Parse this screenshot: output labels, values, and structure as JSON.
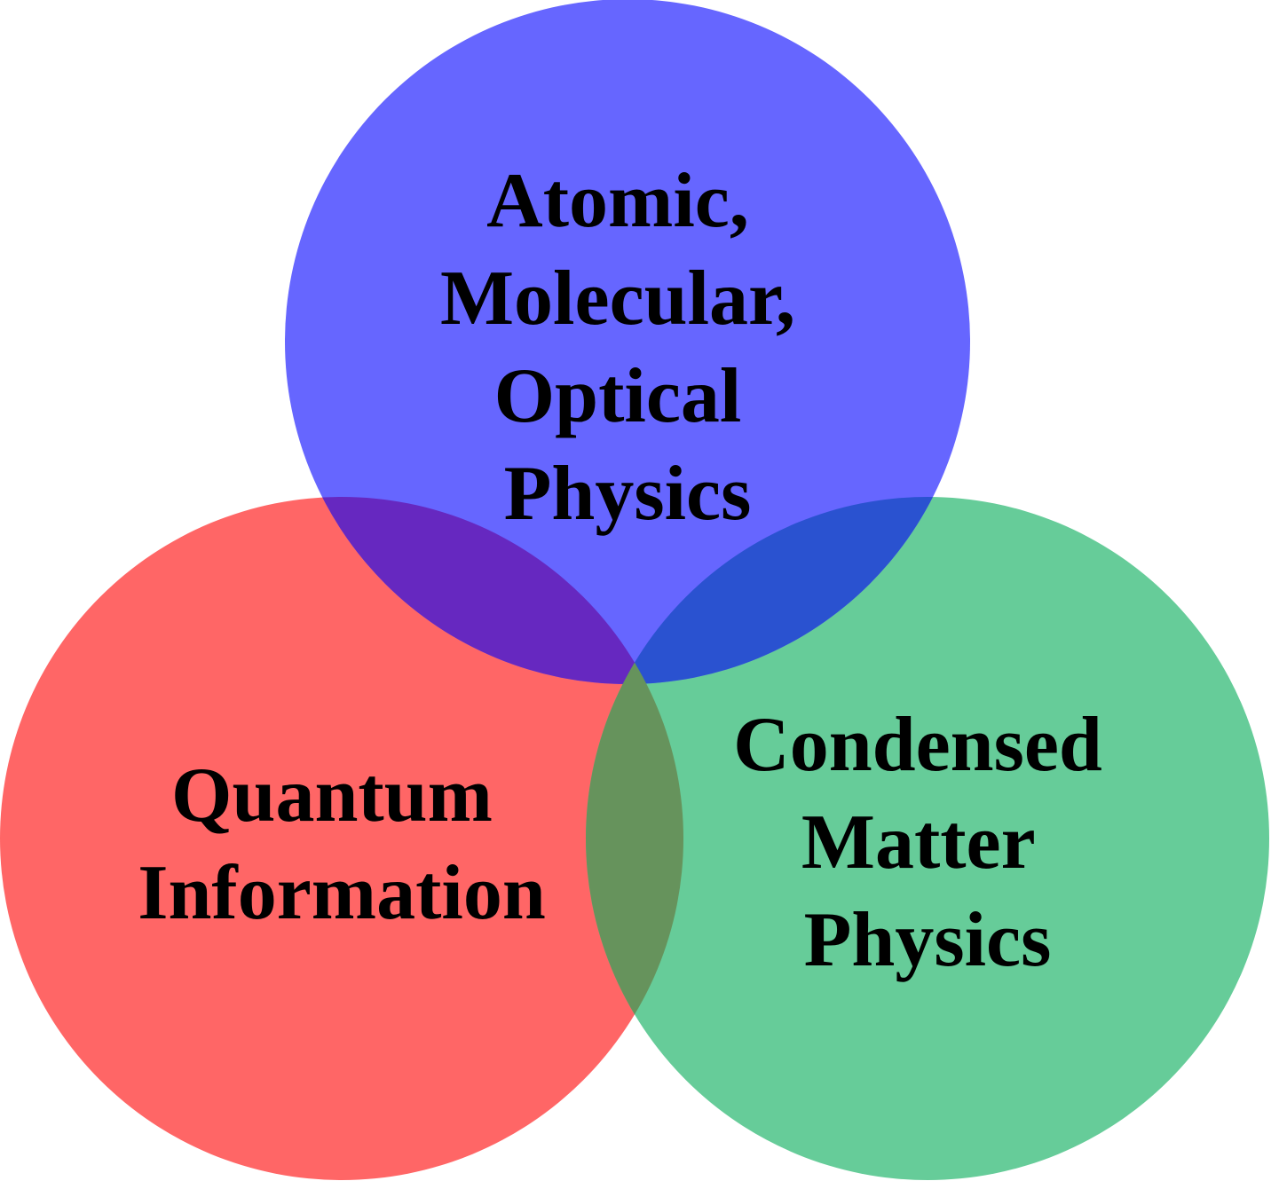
{
  "diagram": {
    "type": "venn",
    "sets": [
      {
        "id": "amo",
        "lines": [
          "Atomic,",
          "Molecular,",
          "Optical",
          "Physics"
        ],
        "color": "#6666ff"
      },
      {
        "id": "quantum",
        "lines": [
          "Quantum",
          "Information"
        ],
        "color": "#ff6666"
      },
      {
        "id": "condensed",
        "lines": [
          "Condensed",
          "Matter",
          "Physics"
        ],
        "color": "#66cc99"
      }
    ],
    "overlap_colors": {
      "amo_quantum": "#6628c0",
      "amo_condensed": "#2a52d0",
      "quantum_condensed": "#66935c"
    }
  }
}
